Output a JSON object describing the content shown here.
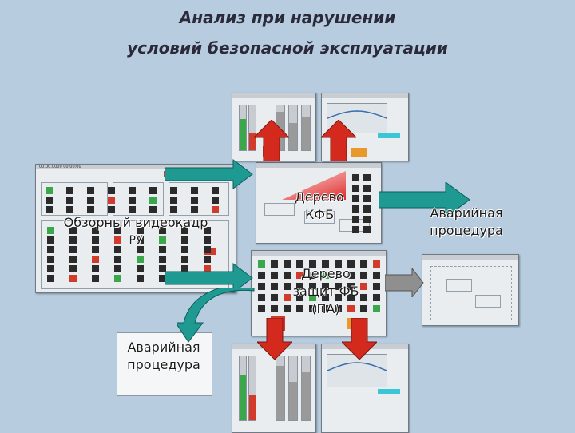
{
  "title": {
    "line1": "Анализ при нарушении",
    "line2": "условий безопасной эксплуатации"
  },
  "labels": {
    "overview": [
      "Обзорный видеокадр",
      "РУ"
    ],
    "kfb_tree": [
      "Дерево",
      "КФБ"
    ],
    "fb_tree": [
      "Дерево",
      "защит ФБ",
      "(ПА)"
    ],
    "emergency_right": [
      "Аварийная",
      "процедура"
    ],
    "emergency_left": [
      "Аварийная",
      "процедура"
    ]
  },
  "overview_header": "00.00.0000 00:00:00",
  "colors": {
    "background": "#b7ccde",
    "arrow_teal": "#1e9a93",
    "arrow_red": "#d42a1e",
    "arrow_gray": "#8f8f8f",
    "alarm_red": "#e23323"
  }
}
